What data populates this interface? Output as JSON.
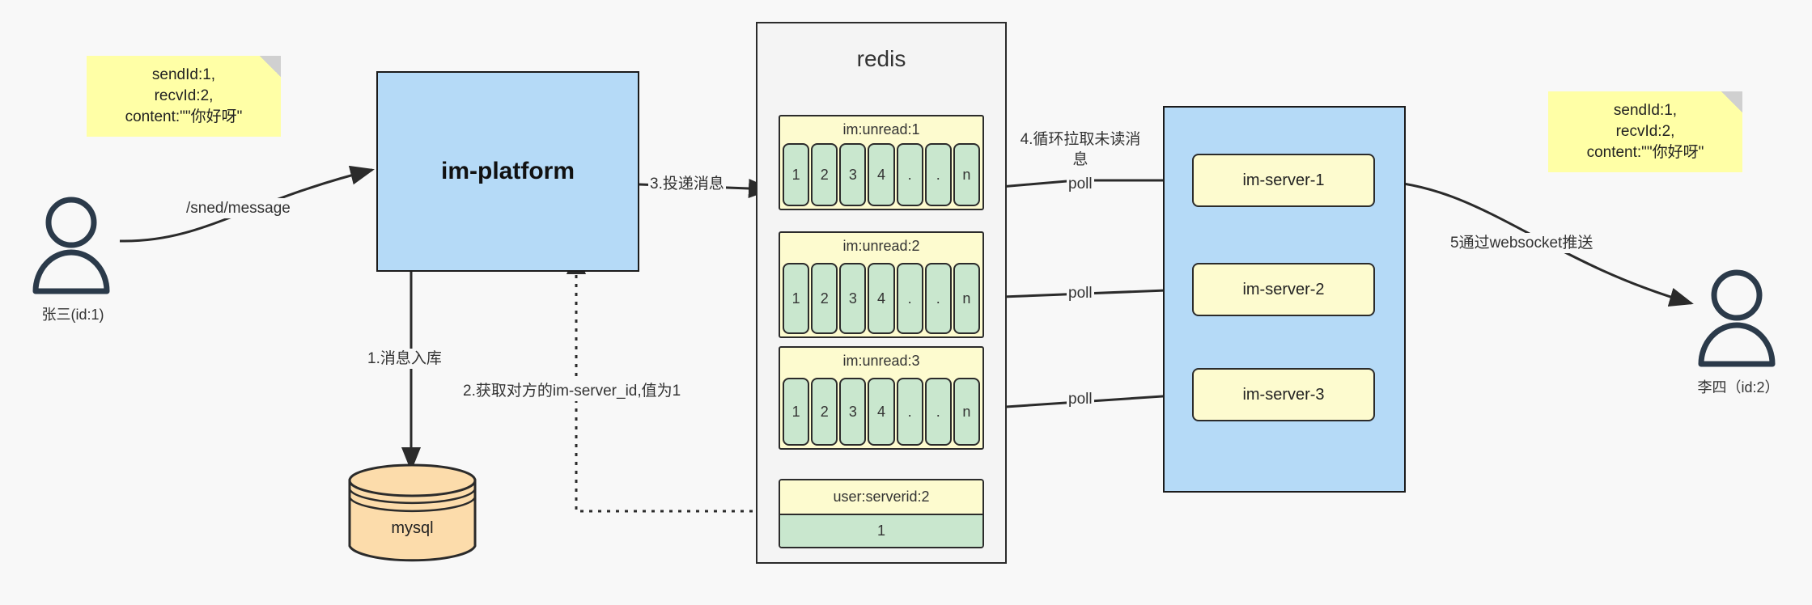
{
  "diagram": {
    "title": "IM message delivery architecture",
    "colors": {
      "sticky": "#ffffa6",
      "platform": "#b5daf7",
      "cluster": "#b5daf7",
      "redis_bg": "#f4f4f4",
      "key_yellow": "#fdfbcf",
      "cell_green": "#c9e7ce",
      "mysql_orange": "#fcdcab",
      "stroke": "#2b2b2b",
      "background": "#f8f8f8"
    }
  },
  "notes": {
    "left": "sendId:1,\nrecvId:2,\ncontent:\"\"你好呀\"",
    "right": "sendId:1,\nrecvId:2,\ncontent:\"\"你好呀\""
  },
  "actors": {
    "sender": {
      "label": "张三(id:1)"
    },
    "receiver": {
      "label": "李四（id:2）"
    }
  },
  "platform": {
    "label": "im-platform"
  },
  "database": {
    "label": "mysql"
  },
  "redis": {
    "title": "redis",
    "lists": [
      {
        "key": "im:unread:1",
        "cells": [
          "1",
          "2",
          "3",
          "4",
          ".",
          ".",
          "n"
        ]
      },
      {
        "key": "im:unread:2",
        "cells": [
          "1",
          "2",
          "3",
          "4",
          ".",
          ".",
          "n"
        ]
      },
      {
        "key": "im:unread:3",
        "cells": [
          "1",
          "2",
          "3",
          "4",
          ".",
          ".",
          "n"
        ]
      }
    ],
    "serverid_entry": {
      "key": "user:serverid:2",
      "value": "1"
    }
  },
  "cluster": {
    "servers": [
      {
        "label": "im-server-1"
      },
      {
        "label": "im-server-2"
      },
      {
        "label": "im-server-3"
      }
    ]
  },
  "edges": {
    "send_message": "/sned/message",
    "step1": "1.消息入库",
    "step2": "2.获取对方的im-server_id,值为1",
    "step3": "3.投递消息",
    "step4": "4.循环拉取未读消\n息",
    "step5": "5通过websocket推送",
    "poll1": "poll",
    "poll2": "poll",
    "poll3": "poll"
  }
}
